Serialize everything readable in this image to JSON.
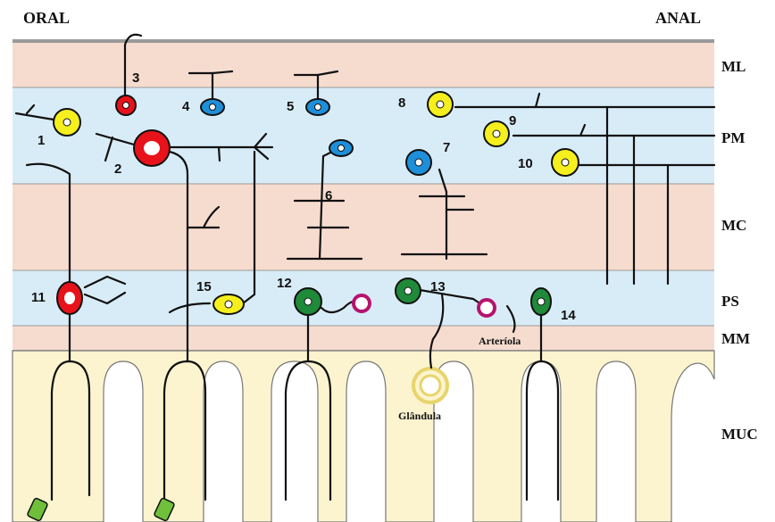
{
  "direction": {
    "left": "ORAL",
    "right": "ANAL"
  },
  "layers": [
    {
      "code": "ML",
      "color": "#f6dccf"
    },
    {
      "code": "PM",
      "color": "#d8ecf7"
    },
    {
      "code": "MC",
      "color": "#f6dccf"
    },
    {
      "code": "PS",
      "color": "#d8ecf7"
    },
    {
      "code": "MM",
      "color": "#f6dccf"
    },
    {
      "code": "MUC",
      "color": "#fbf4cf"
    }
  ],
  "neurons": [
    {
      "num": "1",
      "color": "#f5ef1e"
    },
    {
      "num": "2",
      "color": "#e8121b"
    },
    {
      "num": "3",
      "color": "#e8121b"
    },
    {
      "num": "4",
      "color": "#1e8fd9"
    },
    {
      "num": "5",
      "color": "#1e8fd9"
    },
    {
      "num": "6",
      "color": "#1e8fd9"
    },
    {
      "num": "7",
      "color": "#1e8fd9"
    },
    {
      "num": "8",
      "color": "#f5ef1e"
    },
    {
      "num": "9",
      "color": "#f5ef1e"
    },
    {
      "num": "10",
      "color": "#f5ef1e"
    },
    {
      "num": "11",
      "color": "#e8121b"
    },
    {
      "num": "12",
      "color": "#1f8a3a"
    },
    {
      "num": "13",
      "color": "#1f8a3a"
    },
    {
      "num": "14",
      "color": "#1f8a3a"
    },
    {
      "num": "15",
      "color": "#f5ef1e"
    }
  ],
  "annotations": {
    "arteriole": "Arteríola",
    "gland": "Glândula"
  },
  "colors": {
    "muscle_layer": "#f6dccf",
    "plexus_layer": "#d8ecf7",
    "mucosa": "#fbf4cf",
    "serosa_line": "#999999",
    "arteriole": "#b5136e",
    "gland": "#e8d46a",
    "endocrine_cell": "#6fbf3a"
  }
}
